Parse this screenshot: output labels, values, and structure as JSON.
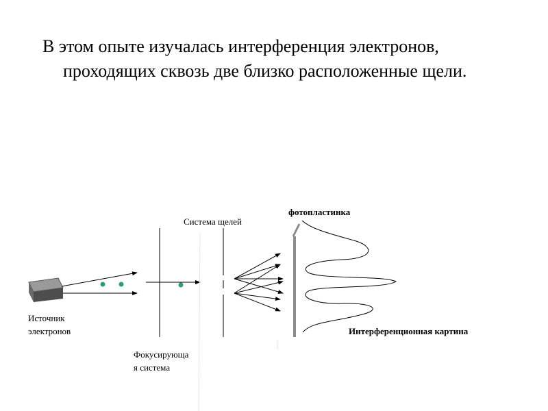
{
  "slide": {
    "text": "В этом опыте изучалась интерференция электронов, проходящих сквозь две близко расположенные щели."
  },
  "diagram": {
    "labels": {
      "source_line1": "Источник",
      "source_line2": "электронов",
      "focusing_line1": "Фокусирующа",
      "focusing_line2": "я система",
      "slits": "Система щелей",
      "photoplate": "фотопластинка",
      "pattern": "Интерференционная картина"
    },
    "colors": {
      "electron": "#2e9e6b",
      "source_top": "#9a9a9a",
      "source_front": "#4d4d4d",
      "plate": "#8c8c8c"
    }
  }
}
